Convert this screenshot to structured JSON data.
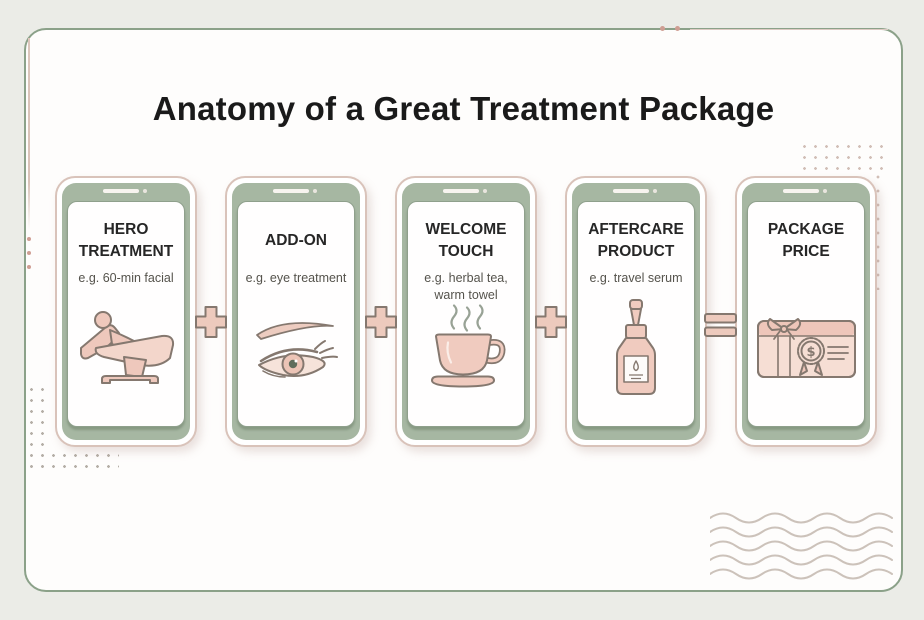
{
  "page": {
    "title": "Anatomy of a Great Treatment Package"
  },
  "cards": [
    {
      "title": "HERO TREATMENT",
      "subtitle": "e.g. 60-min facial",
      "icon": "treatment-chair-icon"
    },
    {
      "title": "ADD-ON",
      "subtitle": "e.g. eye treatment",
      "icon": "eye-icon"
    },
    {
      "title": "WELCOME TOUCH",
      "subtitle": "e.g. herbal tea, warm towel",
      "icon": "tea-cup-icon"
    },
    {
      "title": "AFTERCARE PRODUCT",
      "subtitle": "e.g. travel serum",
      "icon": "serum-bottle-icon"
    },
    {
      "title": "PACKAGE PRICE",
      "subtitle": "",
      "icon": "gift-certificate-icon"
    }
  ],
  "operators": [
    "+",
    "+",
    "+",
    "="
  ],
  "colors": {
    "accent_green": "#8ba189",
    "phone_green": "#a6b7a2",
    "accent_pink": "#eec8bc",
    "outline_brown": "#85786f",
    "title_text": "#1a1a1a"
  }
}
